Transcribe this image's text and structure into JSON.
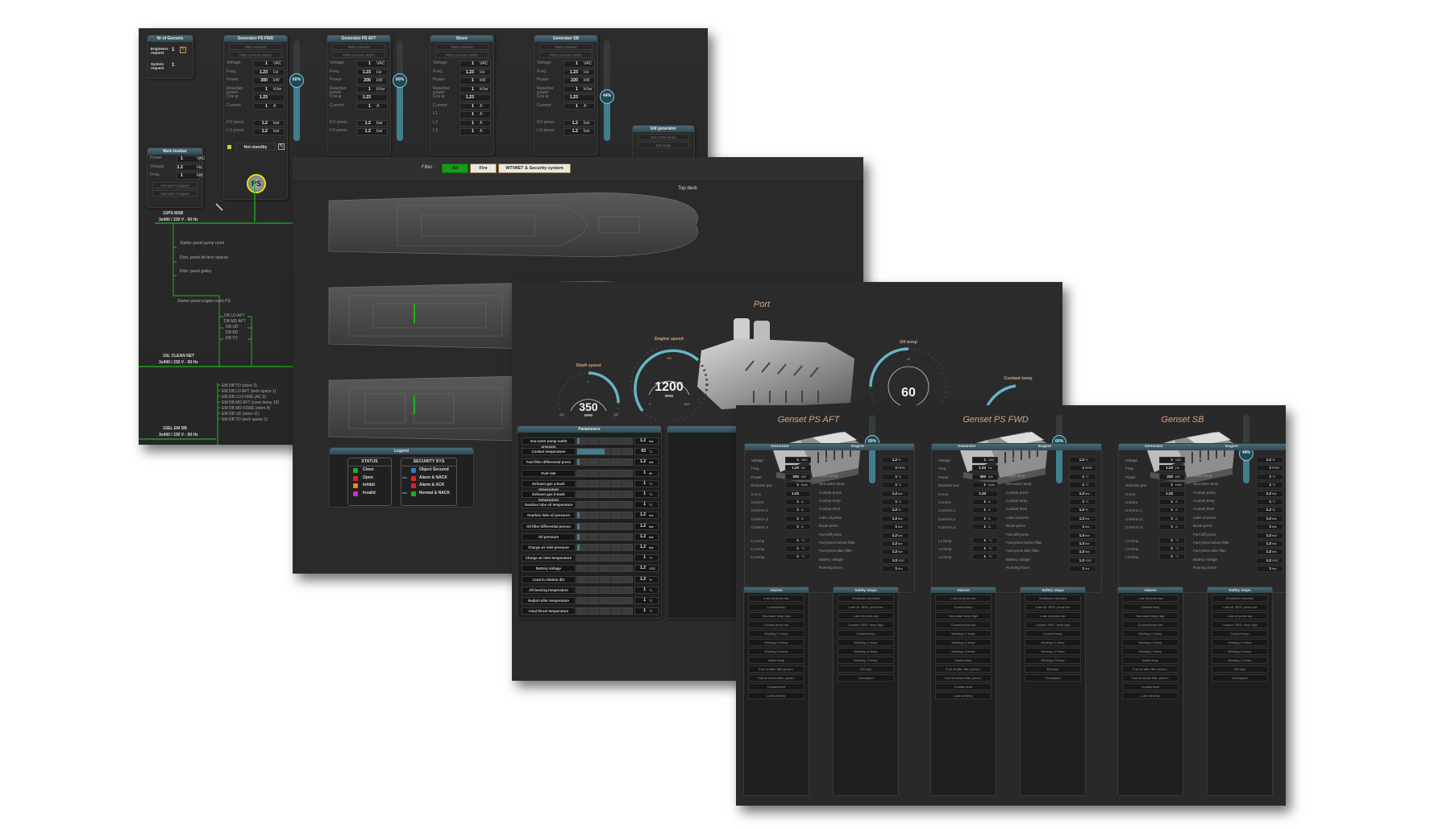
{
  "power": {
    "nr_gensets": {
      "title": "Nr of Gensets",
      "engineers_label": "Engineers request",
      "engineers_value": "1",
      "system_label": "System request",
      "system_value": "1"
    },
    "main_busbar": {
      "title": "Main busbar",
      "rows": [
        [
          "Power",
          "1",
          "VAC"
        ],
        [
          "Voltage",
          "1.2",
          "Hz"
        ],
        [
          "Freq.",
          "1",
          "kW"
        ]
      ],
      "buttons": [
        "Non pref 1 tripped",
        "Non pref 2 tripped"
      ]
    },
    "generators": [
      {
        "title": "Generator PS FWD",
        "buttons": [
          "PMS selected",
          "PMS common alarm"
        ],
        "load_percent": 60,
        "load_label": "60%",
        "rows": [
          [
            "Voltage",
            "1",
            "VAC"
          ],
          [
            "Freq.",
            "1.23",
            "Hz"
          ],
          [
            "Power",
            "300",
            "kW"
          ],
          [
            "Reactive power",
            "1",
            "kVar"
          ],
          [
            "Cos φ",
            "1.23",
            ""
          ],
          [
            "Current",
            "1",
            "A"
          ],
          [
            "",
            "",
            " "
          ],
          [
            "FO press",
            "1.2",
            "bar"
          ],
          [
            "LO press",
            "1.2",
            "bar"
          ]
        ],
        "standby": "Not standby",
        "symbol": "PS"
      },
      {
        "title": "Generator PS AFT",
        "buttons": [
          "PMS selected",
          "PMS common alarm"
        ],
        "load_percent": 60,
        "load_label": "60%",
        "rows": [
          [
            "Voltage",
            "1",
            "VAC"
          ],
          [
            "Freq.",
            "1.23",
            "Hz"
          ],
          [
            "Power",
            "200",
            "kW"
          ],
          [
            "Reactive power",
            "1",
            "kVar"
          ],
          [
            "Cos φ",
            "1.23",
            ""
          ],
          [
            "Current",
            "1",
            "A"
          ],
          [
            "",
            "",
            " "
          ],
          [
            "FO press",
            "1.2",
            "bar"
          ],
          [
            "LO press",
            "1.2",
            "bar"
          ]
        ]
      },
      {
        "title": "Shore",
        "buttons": [
          "PMS selected",
          "PMS common alarm"
        ],
        "rows": [
          [
            "Voltage",
            "1",
            "VAC"
          ],
          [
            "Freq.",
            "1.23",
            "Hz"
          ],
          [
            "Power",
            "1",
            "kW"
          ],
          [
            "Reactive power",
            "1",
            "kVar"
          ],
          [
            "Cos φ",
            "1.23",
            ""
          ],
          [
            "Current",
            "1",
            "A"
          ],
          [
            "L1",
            "1",
            "A"
          ],
          [
            "L2",
            "1",
            "A"
          ],
          [
            "L3",
            "1",
            "A"
          ]
        ]
      },
      {
        "title": "Generator SB",
        "buttons": [
          "PMS selected",
          "PMS common alarm"
        ],
        "load_percent": 44,
        "load_label": "44%",
        "rows": [
          [
            "Voltage",
            "1",
            "VAC"
          ],
          [
            "Freq.",
            "1.23",
            "Hz"
          ],
          [
            "Power",
            "220",
            "kW"
          ],
          [
            "Reactive power",
            "1",
            "kVar"
          ],
          [
            "Cos φ",
            "1.23",
            ""
          ],
          [
            "Current",
            "1",
            "A"
          ],
          [
            "",
            "",
            " "
          ],
          [
            "FO press",
            "1.2",
            "bar"
          ],
          [
            "LO press",
            "1.2",
            "bar"
          ]
        ]
      }
    ],
    "em_generator": {
      "title": "EM generator",
      "buttons": [
        "Not in EM mode",
        "Not ready"
      ]
    },
    "diagram": {
      "msb_name": "1SPS MSB",
      "msb_spec": "3x400 / 230 V - 50 Hz",
      "branches": [
        "Starter panel pump room",
        "Distr. panel aft tech spaces",
        "Distr. panel galley",
        "Starter panel engine room PS"
      ],
      "db_list": [
        "DB LO AFT",
        "DB MD AFT",
        "DB UD",
        "DB BD",
        "DB TD"
      ],
      "clean_name": "1SL CLEAN NET",
      "clean_spec": "3x400 / 230 V - 50 Hz",
      "em_list": [
        "EM DB TD (store 3)",
        "EM DB LO AFT (tech space 1)",
        "EM DB LO FORE (AC 3)",
        "EM DB MD AFT (crew lonny 10)",
        "EM DB MD FORE (store 8)",
        "EM DB UD (store 11)",
        "EM DB TD (tech space 3)"
      ],
      "em_name": "1SEL EM DB",
      "em_spec": "3x400 / 230 V - 50 Hz"
    }
  },
  "deck": {
    "filter_label": "Filter :",
    "filters": [
      {
        "label": "All",
        "active": true
      },
      {
        "label": "Fire",
        "active": false
      },
      {
        "label": "WT/WET & Security system",
        "active": false
      }
    ],
    "deck_name": "Top deck",
    "legend": {
      "title": "Legend",
      "status_title": "STATUS",
      "status": [
        {
          "label": "Close",
          "color": "#22aa22"
        },
        {
          "label": "Open",
          "color": "#dd2222"
        },
        {
          "label": "Inhibit",
          "color": "#ee8811"
        },
        {
          "label": "Invalid",
          "color": "#dd22cc"
        }
      ],
      "security_title": "SECURITY SYS",
      "security": [
        {
          "label": "Object Secured",
          "color": "#3a78c0",
          "tag": ""
        },
        {
          "label": "Alarm & NACK",
          "color": "#dd2222",
          "tag": "xxx"
        },
        {
          "label": "Alarm & ACK",
          "color": "#dd2222",
          "tag": ""
        },
        {
          "label": "Normal & NACK",
          "color": "#22aa22",
          "tag": "xxx"
        }
      ]
    }
  },
  "engine": {
    "title": "Port",
    "gauges": {
      "shaft": {
        "label": "Shaft speed",
        "value": "350",
        "unit": "RPM",
        "ticks": [
          "-400",
          "0",
          "400"
        ]
      },
      "engine": {
        "label": "Engine speed",
        "value": "1200",
        "unit": "RPM",
        "ticks": [
          "0",
          "900",
          "1800"
        ]
      },
      "oil": {
        "label": "Oil temp",
        "value": "60",
        "tick": "60"
      },
      "coolant": {
        "label": "Coolant temp"
      }
    },
    "parameters_title": "Parameters",
    "parameters": [
      {
        "label": "Sea water pump outlet pressure",
        "value": "1.2",
        "unit": "bar",
        "fill": 0.05
      },
      {
        "label": "Coolant temperature",
        "value": "63",
        "unit": "°C",
        "fill": 0.5
      },
      {
        "label": "Fuel filter differential press",
        "value": "1.2",
        "unit": "bar",
        "fill": 0.05
      },
      {
        "label": "Fuel rate",
        "value": "1",
        "unit": "l/h",
        "fill": 0
      },
      {
        "label": "Exhaust gas a-bank temperature",
        "value": "1",
        "unit": "°C",
        "fill": 0
      },
      {
        "label": "Exhaust gas b-bank temperature",
        "value": "1",
        "unit": "°C",
        "fill": 0
      },
      {
        "label": "Gearbox lube oil temperature",
        "value": "1",
        "unit": "°C",
        "fill": 0
      },
      {
        "label": "Gearbox lube oil pressure",
        "value": "1.2",
        "unit": "bar",
        "fill": 0.05
      },
      {
        "label": "Oil filter differential pressu",
        "value": "1.2",
        "unit": "bar",
        "fill": 0.05
      },
      {
        "label": "Oil pressure",
        "value": "1.2",
        "unit": "bar",
        "fill": 0.05
      },
      {
        "label": "Charge air inlet pressure",
        "value": "1.2",
        "unit": "bar",
        "fill": 0.05
      },
      {
        "label": "Charge air inlet temperature",
        "value": "1",
        "unit": "°C",
        "fill": 0
      },
      {
        "label": "Battery voltage",
        "value": "1.2",
        "unit": "VDC",
        "fill": 0
      },
      {
        "label": "Load in relation dbr",
        "value": "1.2",
        "unit": "%",
        "fill": 0
      },
      {
        "label": "Aft bearing temperature",
        "value": "1",
        "unit": "°C",
        "fill": 0
      },
      {
        "label": "Radial roller temperature",
        "value": "1",
        "unit": "°C",
        "fill": 0
      },
      {
        "label": "Axial thrust temperature",
        "value": "1",
        "unit": "°C",
        "fill": 0
      }
    ]
  },
  "gensets": {
    "generator_header": "Generator",
    "engine_header": "Engine",
    "alarms_title": "Alarms",
    "safety_title": "Safety stops",
    "alarms": [
      "Lube oil press low",
      "Coolant temp",
      "Sea water temp high",
      "Coolant press low",
      "Winding L1 temp",
      "Winding L2 temp",
      "Winding L3 temp",
      "Intake temp",
      "Fuel oil after filter press L",
      "Fuel oil before filter press L",
      "Coolant level",
      "Lube oil temp"
    ],
    "safety_stops": [
      "Shutdown expected",
      "Lube oil -RED- press low",
      "Lube oil press low",
      "Coolant -RED- temp high",
      "Coolant temp",
      "Winding L1 temp",
      "Winding L2 temp",
      "Winding L3 temp",
      "EM stop",
      "Overspeed"
    ],
    "units": [
      {
        "title": "Genset PS AFT",
        "load_percent": 60,
        "load_label": "60%",
        "generator": [
          [
            "Voltage",
            "1",
            "VAC"
          ],
          [
            "Freq.",
            "1.23",
            "Hz"
          ],
          [
            "Power",
            "200",
            "kW"
          ],
          [
            "Reactive pwr",
            "1",
            "kVar"
          ],
          [
            "Cos φ",
            "1.23",
            ""
          ],
          [
            "Current",
            "1",
            "A"
          ],
          [
            "Current L1",
            "1",
            "A"
          ],
          [
            "Current L2",
            "1",
            "A"
          ],
          [
            "Current L3",
            "1",
            "A"
          ],
          [
            "L1 temp",
            "1",
            "°C"
          ],
          [
            "L2 temp",
            "1",
            "°C"
          ],
          [
            "L3 temp",
            "1",
            "°C"
          ]
        ],
        "engine": [
          [
            "Load",
            "1.2",
            "%"
          ],
          [
            "Speed",
            "1",
            "RPM"
          ],
          [
            "Intake temp",
            "1",
            "°C"
          ],
          [
            "Sea water temp",
            "1",
            "°C"
          ],
          [
            "Coolant press",
            "1.2",
            "bar"
          ],
          [
            "Coolant temp",
            "1",
            "°C"
          ],
          [
            "Coolant level",
            "1.2",
            "%"
          ],
          [
            "Lube oil press",
            "1.2",
            "bar"
          ],
          [
            "Boost press",
            "1",
            "bar"
          ],
          [
            "Fuel diff press",
            "1.2",
            "bar"
          ],
          [
            "Fuel press before filter",
            "1.2",
            "bar"
          ],
          [
            "Fuel press after filter",
            "1.2",
            "bar"
          ],
          [
            "Battery voltage",
            "1.2",
            "VDC"
          ],
          [
            "Running hours",
            "1",
            "hrs"
          ]
        ]
      },
      {
        "title": "Genset PS FWD",
        "load_percent": 60,
        "load_label": "60%",
        "generator": [
          [
            "Voltage",
            "1",
            "VAC"
          ],
          [
            "Freq.",
            "1.23",
            "Hz"
          ],
          [
            "Power",
            "300",
            "kW"
          ],
          [
            "Reactive pwr",
            "1",
            "kVar"
          ],
          [
            "Cos φ",
            "1.23",
            ""
          ],
          [
            "Current",
            "1",
            "A"
          ],
          [
            "Current L1",
            "1",
            "A"
          ],
          [
            "Current L2",
            "1",
            "A"
          ],
          [
            "Current L3",
            "1",
            "A"
          ],
          [
            "L1 temp",
            "1",
            "°C"
          ],
          [
            "L2 temp",
            "1",
            "°C"
          ],
          [
            "L3 temp",
            "1",
            "°C"
          ]
        ],
        "engine": [
          [
            "Load",
            "1.2",
            "%"
          ],
          [
            "Speed",
            "1",
            "RPM"
          ],
          [
            "Intake temp",
            "1",
            "°C"
          ],
          [
            "Sea water temp",
            "1",
            "°C"
          ],
          [
            "Coolant press",
            "1.2",
            "bar"
          ],
          [
            "Coolant temp",
            "1",
            "°C"
          ],
          [
            "Coolant level",
            "1.2",
            "%"
          ],
          [
            "Lube oil press",
            "1.2",
            "bar"
          ],
          [
            "Boost press",
            "1",
            "bar"
          ],
          [
            "Fuel diff press",
            "1.2",
            "bar"
          ],
          [
            "Fuel press before filter",
            "1.2",
            "bar"
          ],
          [
            "Fuel press after filter",
            "1.2",
            "bar"
          ],
          [
            "Battery voltage",
            "1.2",
            "VDC"
          ],
          [
            "Running hours",
            "1",
            "hrs"
          ]
        ]
      },
      {
        "title": "Genset SB",
        "load_percent": 44,
        "load_label": "44%",
        "generator": [
          [
            "Voltage",
            "1",
            "VAC"
          ],
          [
            "Freq.",
            "1.23",
            "Hz"
          ],
          [
            "Power",
            "220",
            "kW"
          ],
          [
            "Reactive pwr",
            "1",
            "kVar"
          ],
          [
            "Cos φ",
            "1.23",
            ""
          ],
          [
            "Current",
            "1",
            "A"
          ],
          [
            "Current L1",
            "1",
            "A"
          ],
          [
            "Current L2",
            "1",
            "A"
          ],
          [
            "Current L3",
            "1",
            "A"
          ],
          [
            "L1 temp",
            "1",
            "°C"
          ],
          [
            "L2 temp",
            "1",
            "°C"
          ],
          [
            "L3 temp",
            "1",
            "°C"
          ]
        ],
        "engine": [
          [
            "Load",
            "1.2",
            "%"
          ],
          [
            "Speed",
            "1",
            "RPM"
          ],
          [
            "Intake temp",
            "1",
            "°C"
          ],
          [
            "Sea water temp",
            "1",
            "°C"
          ],
          [
            "Coolant press",
            "1.2",
            "bar"
          ],
          [
            "Coolant temp",
            "1",
            "°C"
          ],
          [
            "Coolant level",
            "1.2",
            "%"
          ],
          [
            "Lube oil press",
            "1.2",
            "bar"
          ],
          [
            "Boost press",
            "1",
            "bar"
          ],
          [
            "Fuel diff press",
            "1.2",
            "bar"
          ],
          [
            "Fuel press before filter",
            "1.2",
            "bar"
          ],
          [
            "Fuel press after filter",
            "1.2",
            "bar"
          ],
          [
            "Battery voltage",
            "1.2",
            "VDC"
          ],
          [
            "Running hours",
            "1",
            "hrs"
          ]
        ]
      }
    ]
  }
}
